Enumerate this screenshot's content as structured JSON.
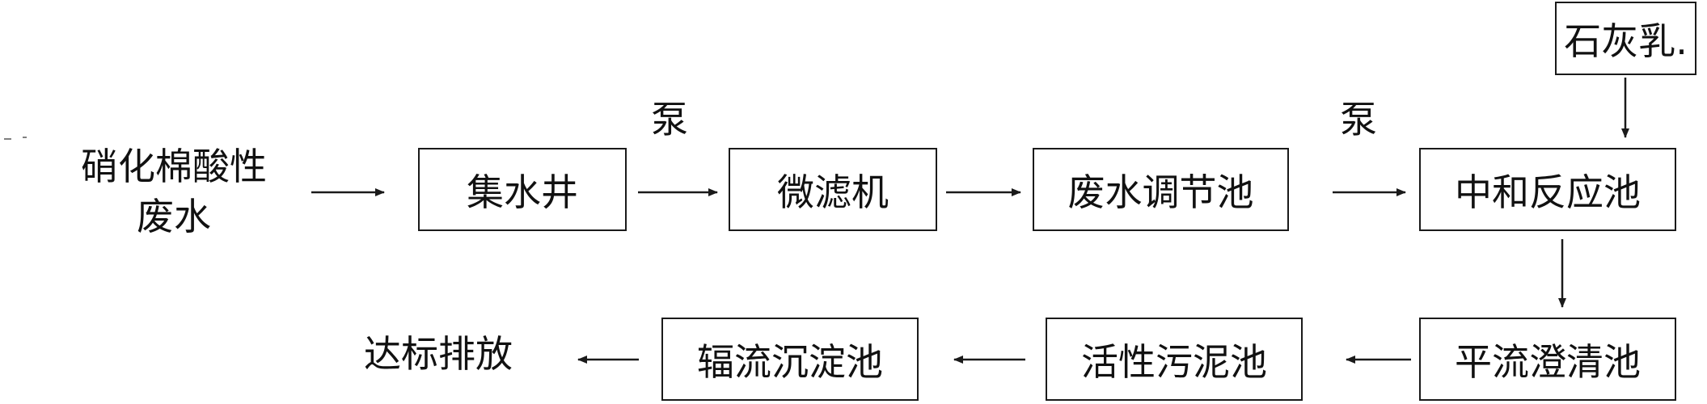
{
  "source": {
    "line1": "硝化棉酸性",
    "line2": "废水"
  },
  "pump_labels": [
    "泵",
    "泵"
  ],
  "reagent": "石灰乳.",
  "top_row": [
    "集水井",
    "微滤机",
    "废水调节池",
    "中和反应池"
  ],
  "bottom_row": [
    "平流澄清池",
    "活性污泥池",
    "辐流沉淀池"
  ],
  "output": "达标排放"
}
